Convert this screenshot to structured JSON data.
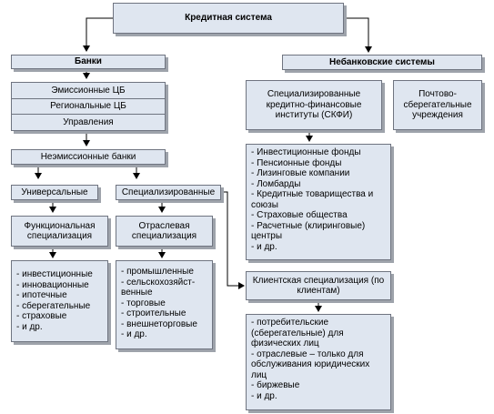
{
  "nodes": {
    "credit_system": "Кредитная система",
    "banks": "Банки",
    "nonbank_systems": "Небанковские системы",
    "central_banks": [
      "Эмиссионные ЦБ",
      "Региональные ЦБ",
      "Управления"
    ],
    "skfi": "Специализированные кредитно-финансовые институты (СКФИ)",
    "postal": "Почтово-сберегательные учреждения",
    "nonemission": "Неэмиссионные банки",
    "universal": "Универсальные",
    "specialized": "Специализированные",
    "functional": "Функциональная специализация",
    "sectoral": "Отраслевая специализация",
    "client": "Клиентская специализация (по клиентам)"
  },
  "lists": {
    "skfi_items": [
      "- Инвестиционные фонды",
      "- Пенсионные фонды",
      "- Лизинговые компании",
      "- Ломбарды",
      "- Кредитные товарищества и союзы",
      "- Страховые общества",
      "- Расчетные (клиринговые) центры",
      "- и др."
    ],
    "functional_items": [
      "- инвестиционные",
      "- инновационные",
      "- ипотечные",
      "- сберегательные",
      "- страховые",
      "- и др."
    ],
    "sectoral_items": [
      "- промышленные",
      "- сельскохозяйст-венные",
      "- торговые",
      "- строительные",
      "- внешнеторговые",
      "- и др."
    ],
    "client_items": [
      "- потребительские (сберегательные) для физических лиц",
      "- отраслевые – только для обслуживания юридических лиц",
      "- биржевые",
      "- и др."
    ]
  },
  "colors": {
    "box_fill": "#dfe6f0",
    "box_border": "#6f7480",
    "shadow": "#9ea3ab",
    "connector": "#000000"
  }
}
